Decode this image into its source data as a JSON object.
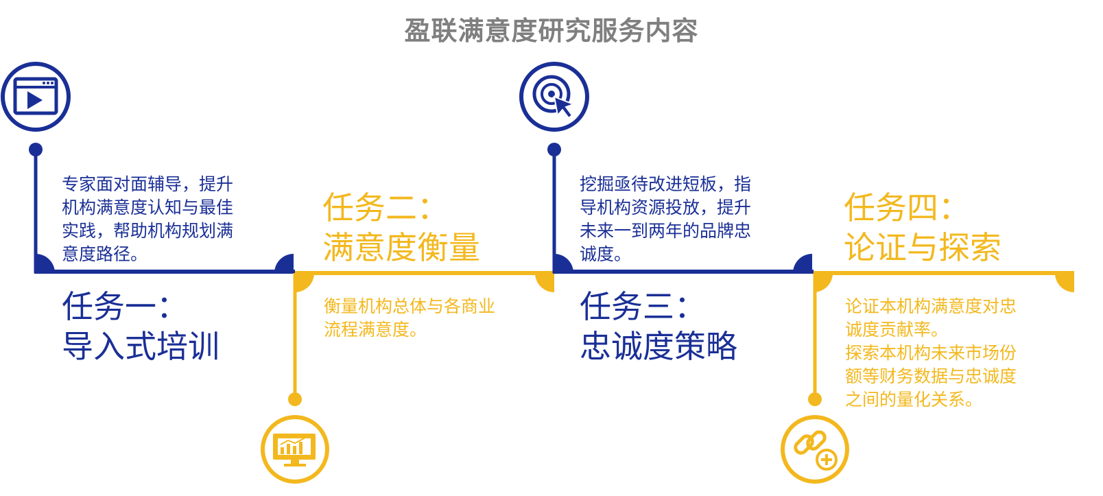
{
  "title": "盈联满意度研究服务内容",
  "colors": {
    "blue": "#1a2f96",
    "gold": "#f3b81e",
    "title_gray": "#7f7f7f"
  },
  "tasks": [
    {
      "title_line1": "任务一：",
      "title_line2": "导入式培训",
      "desc_lines": [
        "专家面对面辅导，提升",
        "机构满意度认知与最佳",
        "实践，帮助机构规划满",
        "意度路径。"
      ],
      "icon": "video-player-icon",
      "color": "blue"
    },
    {
      "title_line1": "任务二：",
      "title_line2": "满意度衡量",
      "desc_lines": [
        "衡量机构总体与各商业",
        "流程满意度。"
      ],
      "icon": "chart-monitor-icon",
      "color": "gold"
    },
    {
      "title_line1": "任务三：",
      "title_line2": "忠诚度策略",
      "desc_lines": [
        "挖掘亟待改进短板，指",
        "导机构资源投放，提升",
        "未来一到两年的品牌忠",
        "诚度。"
      ],
      "icon": "target-cursor-icon",
      "color": "blue"
    },
    {
      "title_line1": "任务四：",
      "title_line2": "论证与探索",
      "desc_lines": [
        "论证本机构满意度对忠",
        "诚度贡献率。",
        "探索本机构未来市场份",
        "额等财务数据与忠诚度",
        "之间的量化关系。"
      ],
      "icon": "link-add-icon",
      "color": "gold"
    }
  ]
}
